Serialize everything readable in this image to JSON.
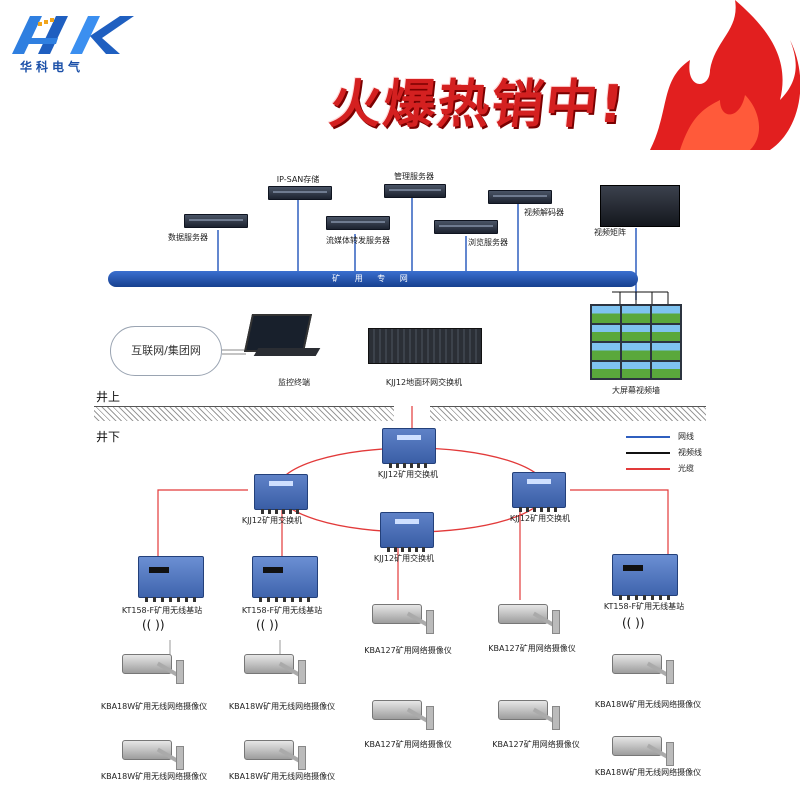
{
  "brand": {
    "name_cn": "华科电气"
  },
  "banner": {
    "text": "火爆热销中!"
  },
  "diagram": {
    "top_devices": {
      "ip_san": "IP-SAN存储",
      "management_server": "管理服务器",
      "data_server": "数据服务器",
      "streaming_server": "流媒体转发服务器",
      "video_decoder": "视频解码器",
      "browse_server": "浏览服务器",
      "video_matrix": "视频矩阵"
    },
    "bus_label": "矿 用 专 网",
    "cloud_label": "互联网/集团网",
    "monitor_terminal": "监控终端",
    "ground_switch": "KJJ12地面环网交换机",
    "video_wall": "大屏幕视频墙",
    "surface_label": "井上",
    "underground_label": "井下",
    "legend": {
      "network": "网线",
      "video": "视频线",
      "fiber": "光缆",
      "colors": {
        "network": "#2f5fbf",
        "video": "#111111",
        "fiber": "#e23a3a"
      }
    },
    "switches": {
      "top": "KJJ12矿用交换机",
      "left": "KJJ12矿用交换机",
      "right": "KJJ12矿用交换机",
      "bottom": "KJJ12矿用交换机"
    },
    "base_stations": {
      "left1": "KT158-F矿用无线基站",
      "left2": "KT158-F矿用无线基站",
      "right": "KT158-F矿用无线基站"
    },
    "cameras": {
      "wireless_1a": "KBA18W矿用无线网络摄像仪",
      "wireless_1b": "KBA18W矿用无线网络摄像仪",
      "wireless_2a": "KBA18W矿用无线网络摄像仪",
      "wireless_2b": "KBA18W矿用无线网络摄像仪",
      "wireless_3a": "KBA18W矿用无线网络摄像仪",
      "wireless_3b": "KBA18W矿用无线网络摄像仪",
      "wired_1a": "KBA127矿用网络摄像仪",
      "wired_1b": "KBA127矿用网络摄像仪",
      "wired_2a": "KBA127矿用网络摄像仪",
      "wired_2b": "KBA127矿用网络摄像仪"
    }
  }
}
